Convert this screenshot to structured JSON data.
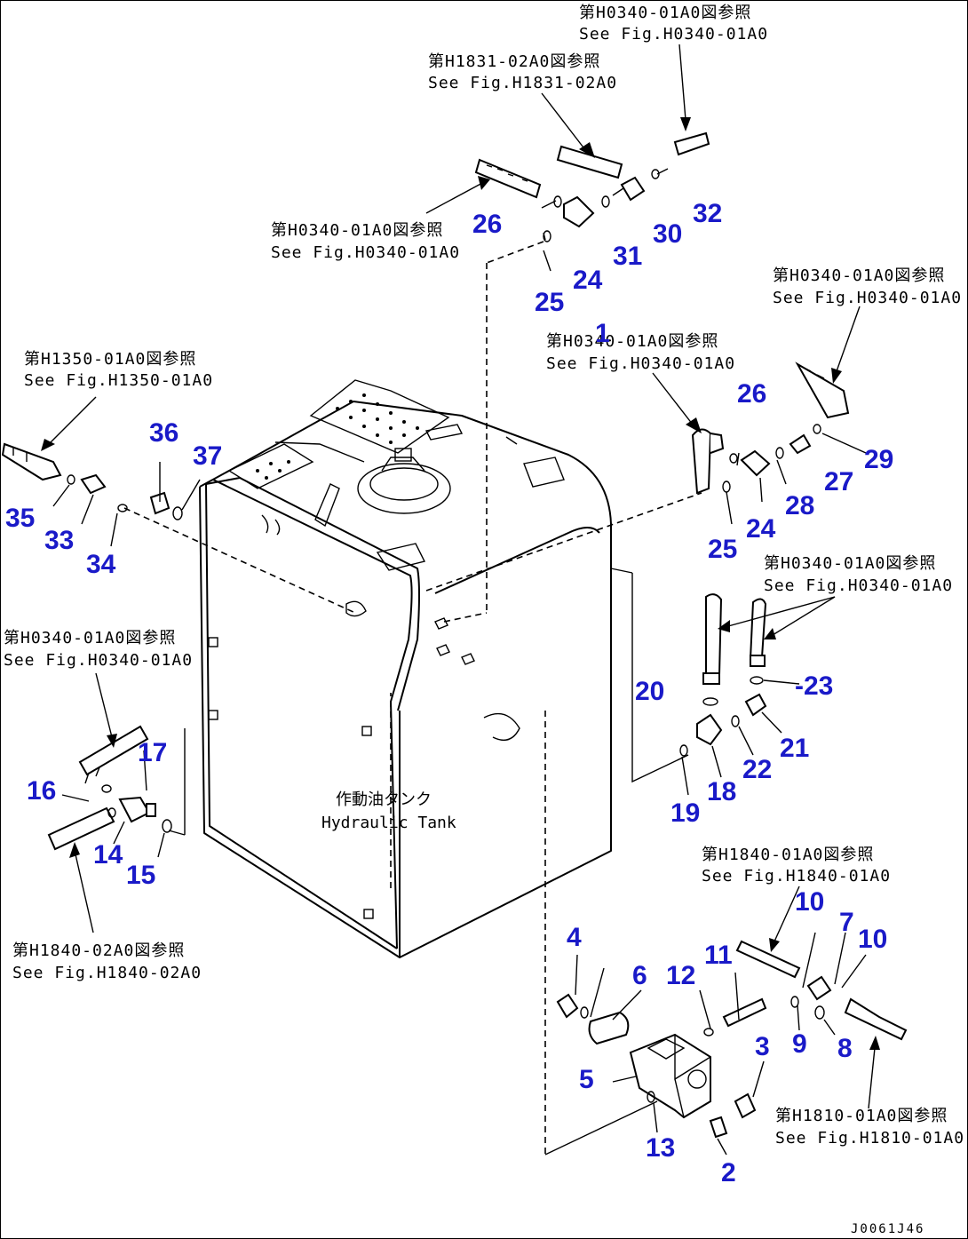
{
  "references": [
    {
      "jp": "第H0340-01A0図参照",
      "en": "See Fig.H0340-01A0"
    },
    {
      "jp": "第H1831-02A0図参照",
      "en": "See Fig.H1831-02A0"
    },
    {
      "jp": "第H0340-01A0図参照",
      "en": "See Fig.H0340-01A0"
    },
    {
      "jp": "第H0340-01A0図参照",
      "en": "See Fig.H0340-01A0"
    },
    {
      "jp": "第H0340-01A0図参照",
      "en": "See Fig.H0340-01A0"
    },
    {
      "jp": "第H1350-01A0図参照",
      "en": "See Fig.H1350-01A0"
    },
    {
      "jp": "第H0340-01A0図参照",
      "en": "See Fig.H0340-01A0"
    },
    {
      "jp": "第H0340-01A0図参照",
      "en": "See Fig.H0340-01A0"
    },
    {
      "jp": "第H1840-02A0図参照",
      "en": "See Fig.H1840-02A0"
    },
    {
      "jp": "第H1840-01A0図参照",
      "en": "See Fig.H1840-01A0"
    },
    {
      "jp": "第H1810-01A0図参照",
      "en": "See Fig.H1810-01A0"
    }
  ],
  "tank_label": {
    "jp": "作動油タンク",
    "en": "Hydraulic Tank"
  },
  "part_numbers": [
    "1",
    "2",
    "3",
    "4",
    "5",
    "6",
    "7",
    "8",
    "9",
    "10",
    "10",
    "11",
    "12",
    "13",
    "14",
    "15",
    "16",
    "17",
    "18",
    "19",
    "20",
    "21",
    "22",
    "-23",
    "24",
    "24",
    "25",
    "25",
    "26",
    "26",
    "27",
    "28",
    "29",
    "30",
    "31",
    "32",
    "33",
    "34",
    "35",
    "36",
    "37"
  ],
  "drawing_code": "J0061J46"
}
